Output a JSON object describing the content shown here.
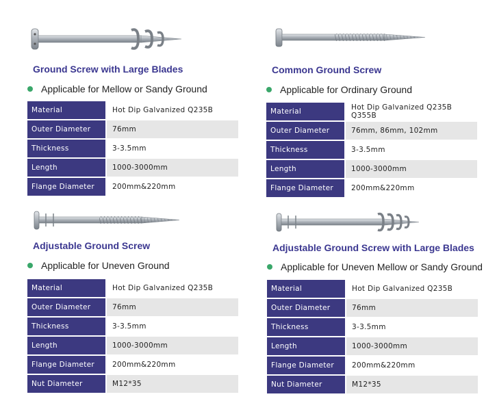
{
  "panels": [
    {
      "title": "Ground Screw with Large Blades",
      "subtitle": "Applicable for Mellow or Sandy Ground",
      "rows": [
        {
          "label": "Material",
          "value": "Hot Dip Galvanized Q235B"
        },
        {
          "label": "Outer Diameter",
          "value": "76mm"
        },
        {
          "label": "Thickness",
          "value": "3-3.5mm"
        },
        {
          "label": "Length",
          "value": "1000-3000mm"
        },
        {
          "label": "Flange Diameter",
          "value": "200mm&220mm"
        }
      ]
    },
    {
      "title": "Common Ground Screw",
      "subtitle": "Applicable for Ordinary Ground",
      "rows": [
        {
          "label": "Material",
          "value": "Hot Dip Galvanized Q235B Q355B"
        },
        {
          "label": "Outer Diameter",
          "value": "76mm, 86mm, 102mm"
        },
        {
          "label": "Thickness",
          "value": "3-3.5mm"
        },
        {
          "label": "Length",
          "value": "1000-3000mm"
        },
        {
          "label": "Flange Diameter",
          "value": "200mm&220mm"
        }
      ]
    },
    {
      "title": "Adjustable Ground Screw",
      "subtitle": "Applicable for Uneven Ground",
      "rows": [
        {
          "label": "Material",
          "value": "Hot Dip Galvanized Q235B"
        },
        {
          "label": "Outer Diameter",
          "value": "76mm"
        },
        {
          "label": "Thickness",
          "value": "3-3.5mm"
        },
        {
          "label": "Length",
          "value": "1000-3000mm"
        },
        {
          "label": "Flange Diameter",
          "value": "200mm&220mm"
        },
        {
          "label": "Nut Diameter",
          "value": "M12*35"
        }
      ]
    },
    {
      "title": "Adjustable Ground Screw with Large Blades",
      "subtitle": "Applicable for Uneven Mellow or Sandy Ground",
      "rows": [
        {
          "label": "Material",
          "value": "Hot Dip Galvanized Q235B"
        },
        {
          "label": "Outer Diameter",
          "value": "76mm"
        },
        {
          "label": "Thickness",
          "value": "3-3.5mm"
        },
        {
          "label": "Length",
          "value": "1000-3000mm"
        },
        {
          "label": "Flange Diameter",
          "value": "200mm&220mm"
        },
        {
          "label": "Nut Diameter",
          "value": "M12*35"
        }
      ]
    }
  ],
  "colors": {
    "title": "#3b3790",
    "label_bg": "#3c3980",
    "alt_row_bg": "#e6e6e6",
    "bullet": "#3aa76a",
    "steel": "#b9bec4"
  },
  "icons": [
    "large-blade-screw-icon",
    "common-screw-icon",
    "adjustable-screw-icon",
    "adjustable-large-blade-screw-icon"
  ]
}
